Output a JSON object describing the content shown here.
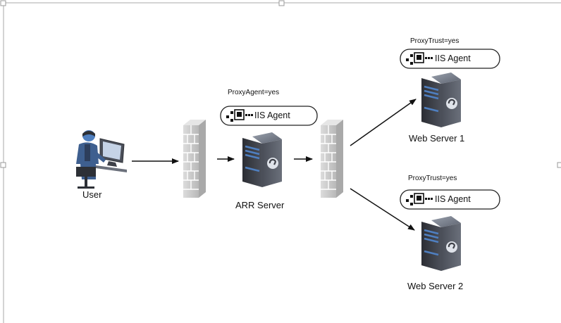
{
  "nodes": {
    "user": {
      "label": "User"
    },
    "arr": {
      "label": "ARR Server"
    },
    "web1": {
      "label": "Web Server 1"
    },
    "web2": {
      "label": "Web Server 2"
    }
  },
  "agents": {
    "arr": {
      "property": "ProxyAgent=yes",
      "label": "IIS Agent"
    },
    "web1": {
      "property": "ProxyTrust=yes",
      "label": "IIS Agent"
    },
    "web2": {
      "property": "ProxyTrust=yes",
      "label": "IIS Agent"
    }
  },
  "colors": {
    "server_body": "#3e4048",
    "server_stripe": "#4f7fc0",
    "firewall": "#cfcfcf",
    "arrow": "#111111",
    "selection_handle": "#9a9a9a"
  }
}
